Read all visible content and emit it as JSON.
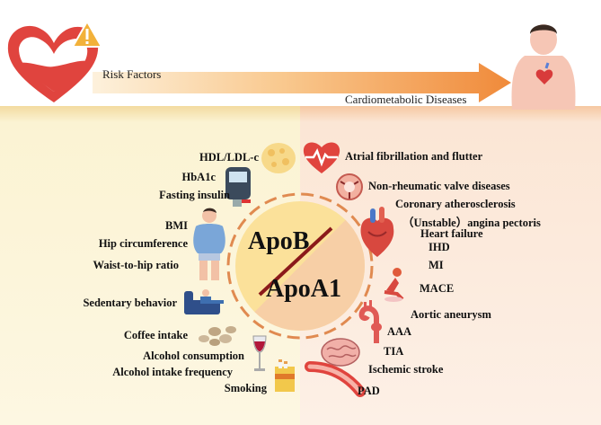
{
  "arrow": {
    "left_label": "Risk Factors",
    "right_label": "Cardiometabolic Diseases"
  },
  "center": {
    "top_label": "ApoB",
    "bottom_label": "ApoA1"
  },
  "risk_factors": [
    "HDL/LDL-c",
    "HbA1c",
    "Fasting insulin",
    "BMI",
    "Hip circumference",
    "Waist-to-hip ratio",
    "Sedentary behavior",
    "Coffee intake",
    "Alcohol consumption",
    "Alcohol intake frequency",
    "Smoking"
  ],
  "diseases": [
    "Atrial fibrillation and flutter",
    "Non-rheumatic valve diseases",
    "Coronary atherosclerosis",
    "（Unstable）angina pectoris",
    "Heart failure",
    "IHD",
    "MI",
    "MACE",
    "Aortic aneurysm",
    "AAA",
    "TIA",
    "Ischemic stroke",
    "PAD"
  ],
  "colors": {
    "arrow": "#f4a04a",
    "circle_top": "#fbe19a",
    "circle_bottom": "#f7cfa6",
    "heart": "#e0443e",
    "divider": "#8b1a1a"
  }
}
